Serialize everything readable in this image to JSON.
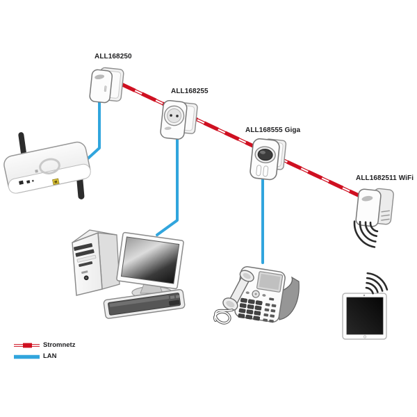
{
  "diagram": {
    "type": "network-topology",
    "adapters": [
      {
        "id": "adapter-1",
        "label": "ALL168250"
      },
      {
        "id": "adapter-2",
        "label": "ALL168255"
      },
      {
        "id": "adapter-3",
        "label": "ALL168555 Giga"
      },
      {
        "id": "adapter-4",
        "label": "ALL1682511 WiFi"
      }
    ],
    "devices": [
      {
        "id": "wireless-router"
      },
      {
        "id": "desktop-computer"
      },
      {
        "id": "voip-phone"
      },
      {
        "id": "tablet"
      }
    ],
    "connections": [
      {
        "from": "adapter-1",
        "to": "adapter-4",
        "type": "Stromnetz"
      },
      {
        "from": "adapter-1",
        "to": "wireless-router",
        "type": "LAN"
      },
      {
        "from": "adapter-2",
        "to": "desktop-computer",
        "type": "LAN"
      },
      {
        "from": "adapter-3",
        "to": "voip-phone",
        "type": "LAN"
      },
      {
        "from": "adapter-4",
        "to": "tablet",
        "type": "WiFi"
      }
    ],
    "legend": {
      "items": [
        {
          "label": "Stromnetz",
          "color": "#cf1021",
          "style": "double-line-with-dashes"
        },
        {
          "label": "LAN",
          "color": "#31a5dd",
          "style": "solid"
        }
      ]
    },
    "colors": {
      "powerline": "#cf1021",
      "lan": "#31a5dd",
      "text": "#1d1d1f",
      "background": "#ffffff"
    }
  }
}
